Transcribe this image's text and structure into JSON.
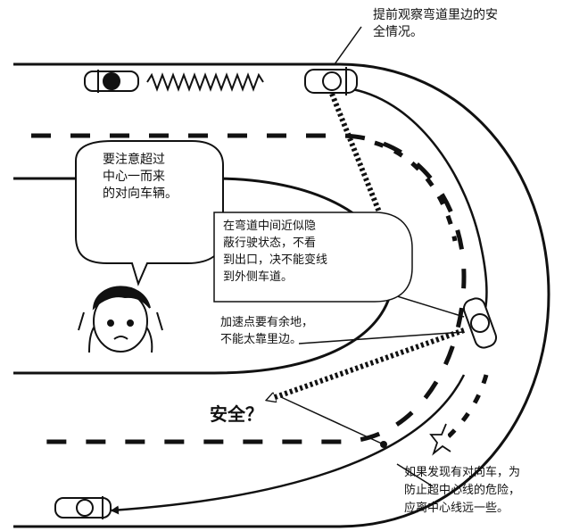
{
  "annotations": {
    "top_right": "提前观察弯道里边的安\n全情况。",
    "bubble": "要注意超过\n中心一而来\n的对向车辆。",
    "middle": "在弯道中间近似隐\n蔽行驶状态，不看\n到出口，决不能变线\n到外侧车道。",
    "accel": "加速点要有余地，\n不能太靠里边。",
    "safety_question": "安全？",
    "bottom_right": "如果发现有对向车，为\n防止超中心线的危险，\n应离中心线远一些。"
  }
}
